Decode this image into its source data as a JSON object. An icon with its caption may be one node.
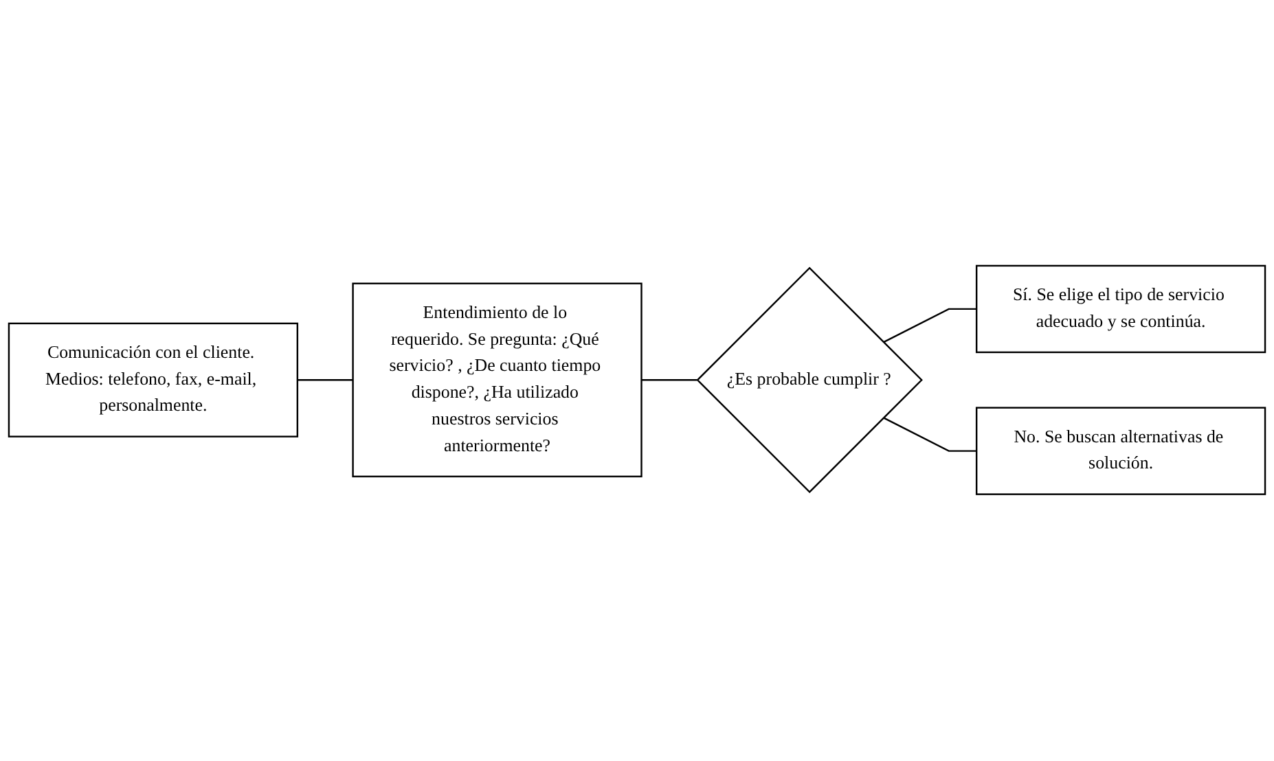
{
  "diagram": {
    "nodes": [
      {
        "text": [
          "Comunicación con el cliente. Medios: telefono, fax, e-mail, personalmente."
        ]
      },
      {
        "text": [
          "Entendimiento de lo requerido. Se pregunta: ¿Qué servicio? , ¿De cuanto tiempo dispone?, ¿Ha utilizado nuestros servicios anteriormente?"
        ]
      },
      {
        "text": [
          "¿Es probable cumplir ?"
        ]
      },
      {
        "text": [
          "Sí. Se elige el tipo de servicio adecuado y se continúa."
        ]
      },
      {
        "text": [
          "No. Se buscan alternativas de solución."
        ]
      }
    ],
    "edges": [
      {
        "from": 0,
        "to": 1,
        "arrow": "none"
      },
      {
        "from": 1,
        "to": 2,
        "arrow": "none"
      },
      {
        "from": 2,
        "to": 3,
        "arrow": "none"
      },
      {
        "from": 2,
        "to": 4,
        "arrow": "none"
      }
    ]
  }
}
